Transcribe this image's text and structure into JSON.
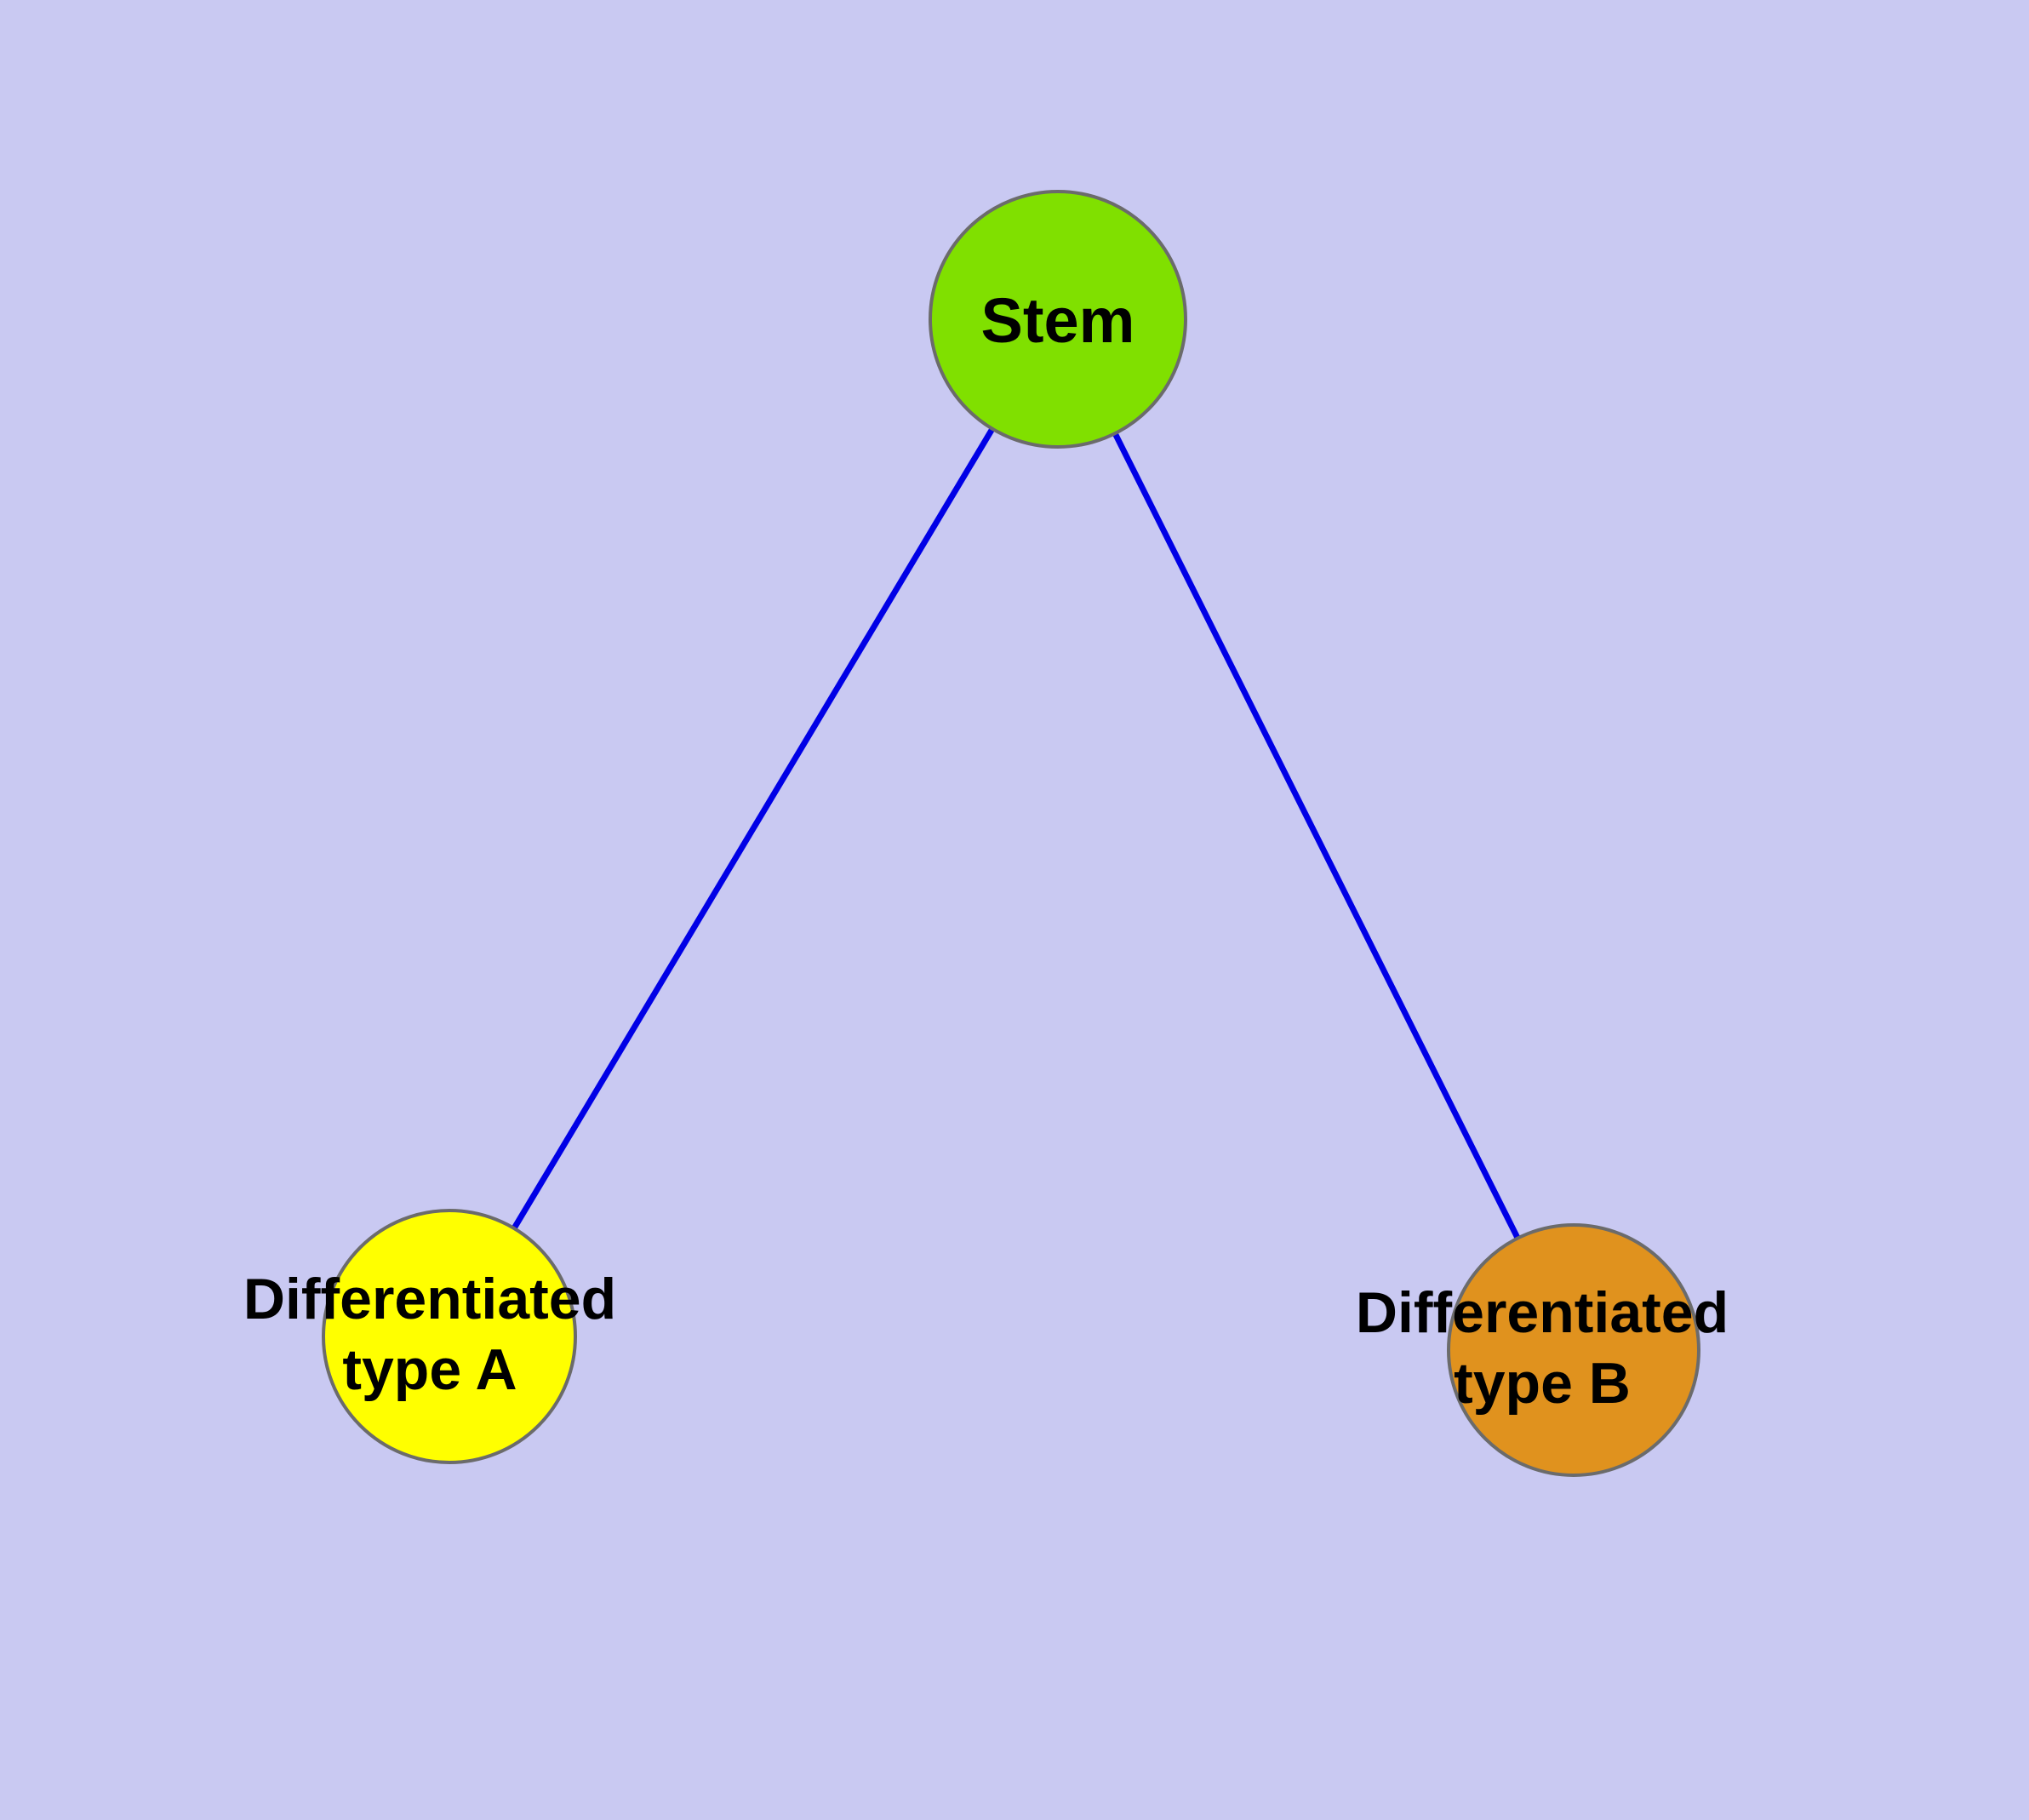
{
  "canvas": {
    "background_color": "#c9c9f2"
  },
  "diagram": {
    "type": "node-link-graph",
    "nodes": {
      "stem": {
        "label": "Stem",
        "fill": "#80e000",
        "border": "#6b6b6b",
        "shape": "circle"
      },
      "type_a": {
        "label": "Differentiated\ntype A",
        "fill": "#ffff00",
        "border": "#6b6b6b",
        "shape": "circle"
      },
      "type_b": {
        "label": "Differentiated\ntype B",
        "fill": "#e0921e",
        "border": "#6b6b6b",
        "shape": "circle"
      }
    },
    "edges": {
      "color": "#0000e6",
      "items": [
        {
          "from": "Stem",
          "to": "Differentiated type A"
        },
        {
          "from": "Stem",
          "to": "Differentiated type B"
        }
      ]
    }
  }
}
